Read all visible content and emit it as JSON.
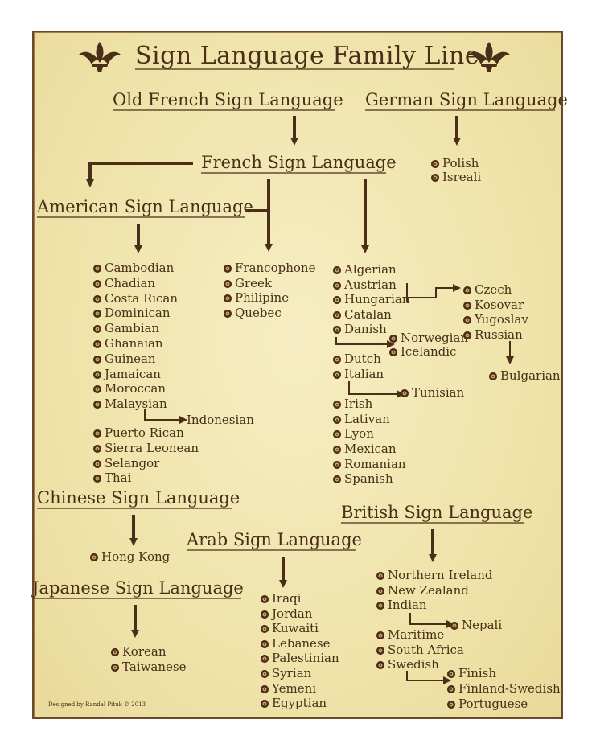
{
  "title": "Sign Language Family Line",
  "heads": {
    "old_french": "Old French Sign Language",
    "german": "German Sign Language",
    "french": "French Sign Language",
    "american": "American Sign Language",
    "chinese": "Chinese Sign Language",
    "arab": "Arab Sign Language",
    "british": "British Sign Language",
    "japanese": "Japanese Sign Language"
  },
  "german_children": [
    "Polish",
    "Isreali"
  ],
  "asl_children": [
    "Cambodian",
    "Chadian",
    "Costa Rican",
    "Dominican",
    "Gambian",
    "Ghanaian",
    "Guinean",
    "Jamaican",
    "Moroccan",
    "Malaysian"
  ],
  "asl_children_2": [
    "Puerto Rican",
    "Sierra Leonean",
    "Selangor",
    "Thai"
  ],
  "malaysian_child": "Indonesian",
  "fsl_mid": [
    "Francophone",
    "Greek",
    "Philipine",
    "Quebec"
  ],
  "fsl_right_a": [
    "Algerian",
    "Austrian",
    "Hungarian",
    "Catalan",
    "Danish"
  ],
  "danish_children": [
    "Norwegian",
    "Icelandic"
  ],
  "fsl_right_b": [
    "Dutch",
    "Italian"
  ],
  "italian_child": "Tunisian",
  "fsl_right_c": [
    "Irish",
    "Lativan",
    "Lyon",
    "Mexican",
    "Romanian",
    "Spanish"
  ],
  "austro_hungarian_children": [
    "Czech",
    "Kosovar",
    "Yugoslav",
    "Russian"
  ],
  "russian_child": "Bulgarian",
  "chinese_children": [
    "Hong Kong"
  ],
  "japanese_children": [
    "Korean",
    "Taiwanese"
  ],
  "arab_children": [
    "Iraqi",
    "Jordan",
    "Kuwaiti",
    "Lebanese",
    "Palestinian",
    "Syrian",
    "Yemeni",
    "Egyptian"
  ],
  "bsl_children_a": [
    "Northern Ireland",
    "New Zealand",
    "Indian"
  ],
  "indian_child": "Nepali",
  "bsl_children_b": [
    "Maritime",
    "South Africa",
    "Swedish"
  ],
  "swedish_children": [
    "Finish",
    "Finland-Swedish",
    "Portuguese"
  ],
  "credit": "Designed by Randal Pituk  © 2013",
  "colors": {
    "ink": "#4a2e17",
    "paper": "#f2e7b3",
    "border": "#6b4a2b"
  },
  "icons": {
    "ornament": "fleur-de-lis-icon",
    "bullet": "bullet-dot-icon",
    "arrow": "arrow-down-icon"
  }
}
